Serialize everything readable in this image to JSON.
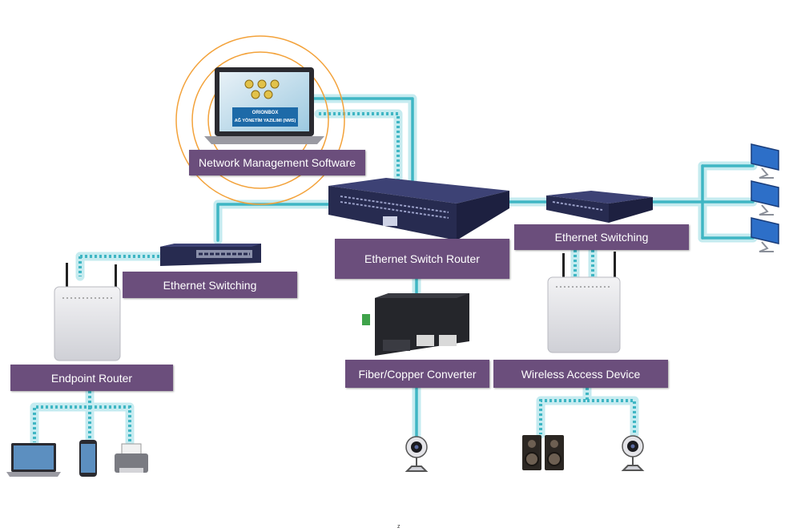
{
  "labels": {
    "nms": "Network Management Software",
    "switch_router": "Ethernet Switch Router",
    "eth_switching_left": "Ethernet Switching",
    "eth_switching_right": "Ethernet Switching",
    "endpoint_router": "Endpoint Router",
    "fiber_converter": "Fiber/Copper Converter",
    "wireless_access": "Wireless Access Device"
  },
  "laptop_screen": {
    "brand": "ORIONBOX",
    "line": "AĞ YÖNETİM YAZILIMI (NMS)"
  },
  "footer_mark": "z",
  "icons": [
    "laptop-icon",
    "ethernet-switch-icon",
    "router-icon",
    "converter-icon",
    "wireless-access-icon",
    "desktop-monitor-icon",
    "webcam-icon",
    "speaker-icon",
    "phone-icon",
    "printer-icon"
  ],
  "colors": {
    "link": "#3fb6c4",
    "glow": "#bfe9ee",
    "label_bg": "#6b4e7c",
    "rings": "#f3a23a",
    "device_body": "#2a2e45"
  }
}
